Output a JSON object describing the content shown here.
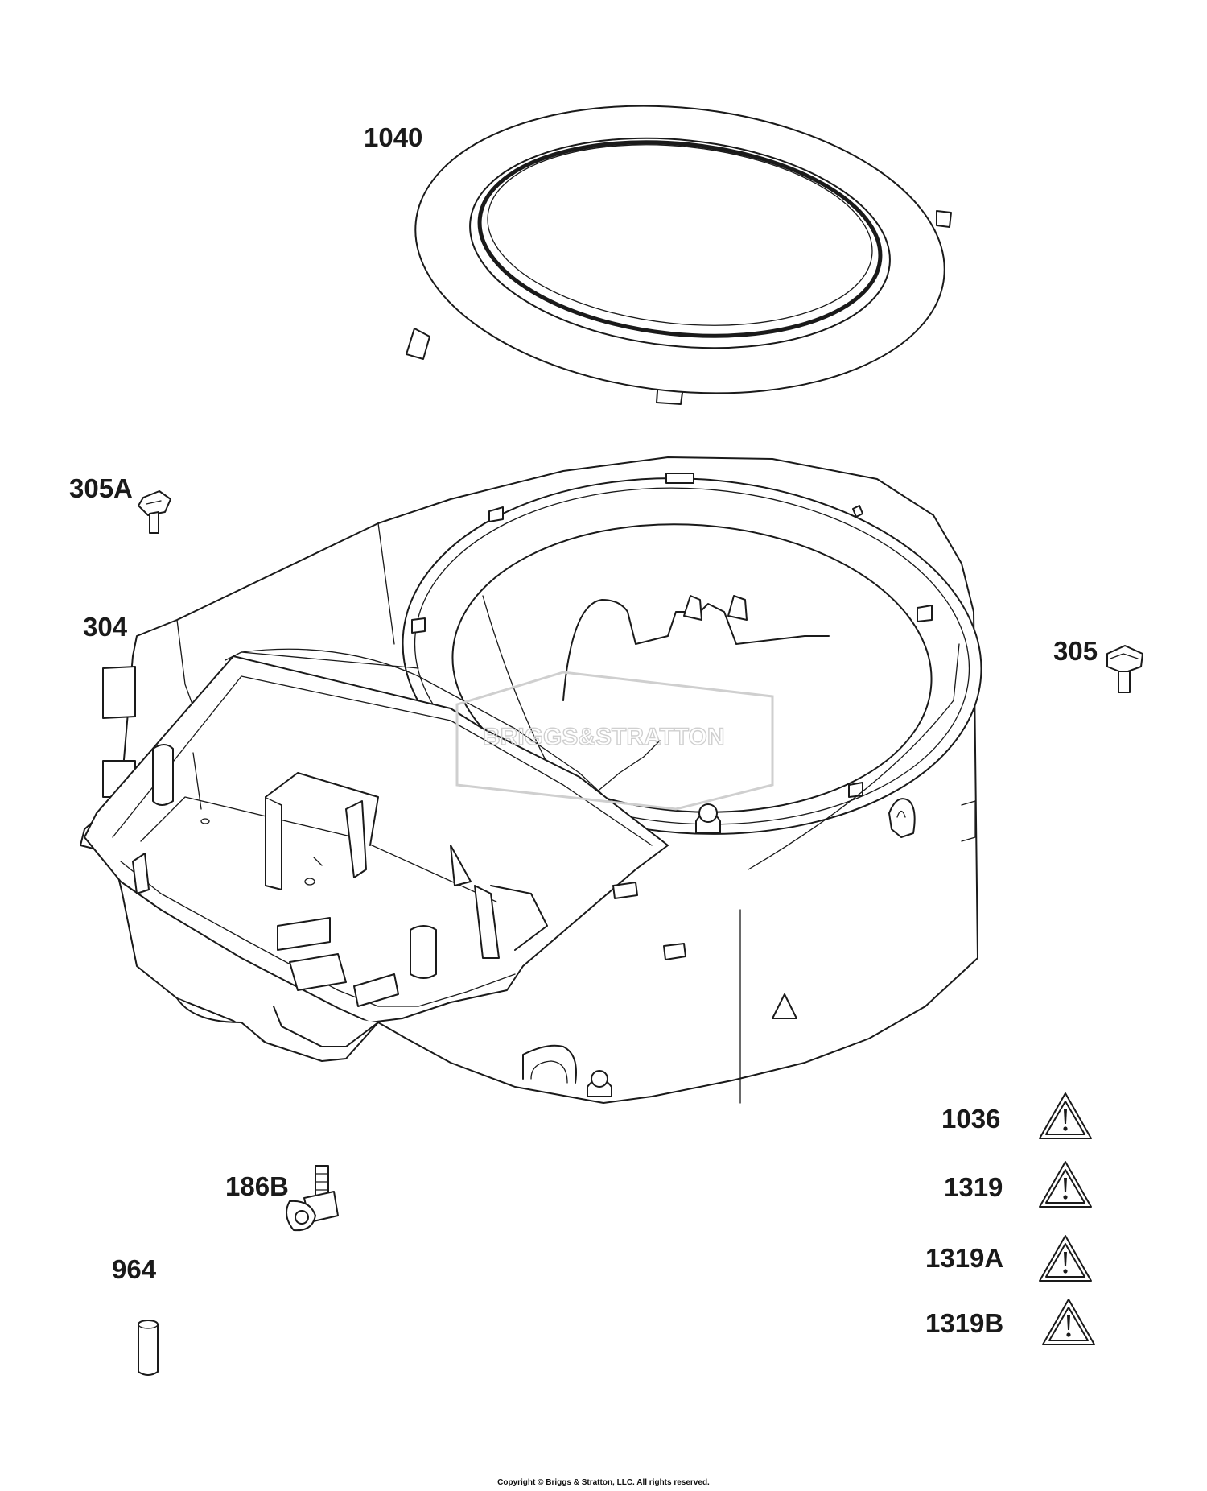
{
  "parts": [
    {
      "id": "1040",
      "name": "ring",
      "warning": false
    },
    {
      "id": "305A",
      "name": "screw",
      "warning": false
    },
    {
      "id": "304",
      "name": "blower-housing",
      "warning": false
    },
    {
      "id": "305",
      "name": "bolt",
      "warning": false
    },
    {
      "id": "186B",
      "name": "fitting",
      "warning": false
    },
    {
      "id": "964",
      "name": "tube",
      "warning": false
    },
    {
      "id": "1036",
      "name": "decal",
      "warning": true
    },
    {
      "id": "1319",
      "name": "decal",
      "warning": true
    },
    {
      "id": "1319A",
      "name": "decal",
      "warning": true
    },
    {
      "id": "1319B",
      "name": "decal",
      "warning": true
    }
  ],
  "watermark": {
    "text": "BRIGGS&STRATTON"
  },
  "copyright": "Copyright © Briggs & Stratton, LLC. All rights reserved.",
  "icons": {
    "warning": "warning-triangle-icon"
  }
}
